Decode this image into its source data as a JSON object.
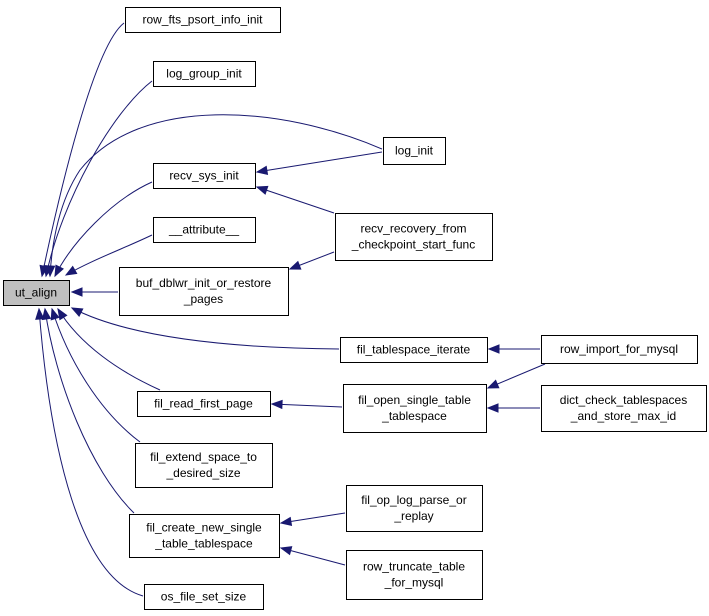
{
  "colors": {
    "edge": "#191970",
    "root_fill": "#bfbfbf",
    "node_fill": "#ffffff",
    "node_stroke": "#000000"
  },
  "nodes": [
    {
      "id": "ut_align",
      "lines": [
        "ut_align"
      ],
      "root": true
    },
    {
      "id": "row_fts_psort_info_init",
      "lines": [
        "row_fts_psort_info_init"
      ]
    },
    {
      "id": "log_group_init",
      "lines": [
        "log_group_init"
      ]
    },
    {
      "id": "recv_sys_init",
      "lines": [
        "recv_sys_init"
      ]
    },
    {
      "id": "__attribute__",
      "lines": [
        "__attribute__"
      ]
    },
    {
      "id": "buf_dblwr_init_or_restore_pages",
      "lines": [
        "buf_dblwr_init_or_restore",
        "_pages"
      ]
    },
    {
      "id": "fil_read_first_page",
      "lines": [
        "fil_read_first_page"
      ]
    },
    {
      "id": "fil_extend_space_to_desired_size",
      "lines": [
        "fil_extend_space_to",
        "_desired_size"
      ]
    },
    {
      "id": "fil_create_new_single_table_tablespace",
      "lines": [
        "fil_create_new_single",
        "_table_tablespace"
      ]
    },
    {
      "id": "os_file_set_size",
      "lines": [
        "os_file_set_size"
      ]
    },
    {
      "id": "log_init",
      "lines": [
        "log_init"
      ]
    },
    {
      "id": "recv_recovery_from_checkpoint_start_func",
      "lines": [
        "recv_recovery_from",
        "_checkpoint_start_func"
      ]
    },
    {
      "id": "fil_tablespace_iterate",
      "lines": [
        "fil_tablespace_iterate"
      ]
    },
    {
      "id": "fil_open_single_table_tablespace",
      "lines": [
        "fil_open_single_table",
        "_tablespace"
      ]
    },
    {
      "id": "fil_op_log_parse_or_replay",
      "lines": [
        "fil_op_log_parse_or",
        "_replay"
      ]
    },
    {
      "id": "row_truncate_table_for_mysql",
      "lines": [
        "row_truncate_table",
        "_for_mysql"
      ]
    },
    {
      "id": "row_import_for_mysql",
      "lines": [
        "row_import_for_mysql"
      ]
    },
    {
      "id": "dict_check_tablespaces_and_store_max_id",
      "lines": [
        "dict_check_tablespaces",
        "_and_store_max_id"
      ]
    }
  ],
  "edges": [
    {
      "from": "row_fts_psort_info_init",
      "to": "ut_align"
    },
    {
      "from": "log_group_init",
      "to": "ut_align"
    },
    {
      "from": "log_init",
      "to": "ut_align"
    },
    {
      "from": "recv_sys_init",
      "to": "ut_align"
    },
    {
      "from": "__attribute__",
      "to": "ut_align"
    },
    {
      "from": "buf_dblwr_init_or_restore_pages",
      "to": "ut_align"
    },
    {
      "from": "fil_tablespace_iterate",
      "to": "ut_align"
    },
    {
      "from": "fil_read_first_page",
      "to": "ut_align"
    },
    {
      "from": "fil_extend_space_to_desired_size",
      "to": "ut_align"
    },
    {
      "from": "fil_create_new_single_table_tablespace",
      "to": "ut_align"
    },
    {
      "from": "os_file_set_size",
      "to": "ut_align"
    },
    {
      "from": "log_init",
      "to": "recv_sys_init"
    },
    {
      "from": "recv_recovery_from_checkpoint_start_func",
      "to": "recv_sys_init"
    },
    {
      "from": "recv_recovery_from_checkpoint_start_func",
      "to": "buf_dblwr_init_or_restore_pages"
    },
    {
      "from": "row_import_for_mysql",
      "to": "fil_tablespace_iterate"
    },
    {
      "from": "row_import_for_mysql",
      "to": "fil_open_single_table_tablespace"
    },
    {
      "from": "dict_check_tablespaces_and_store_max_id",
      "to": "fil_open_single_table_tablespace"
    },
    {
      "from": "fil_open_single_table_tablespace",
      "to": "fil_read_first_page"
    },
    {
      "from": "fil_op_log_parse_or_replay",
      "to": "fil_create_new_single_table_tablespace"
    },
    {
      "from": "row_truncate_table_for_mysql",
      "to": "fil_create_new_single_table_tablespace"
    }
  ]
}
